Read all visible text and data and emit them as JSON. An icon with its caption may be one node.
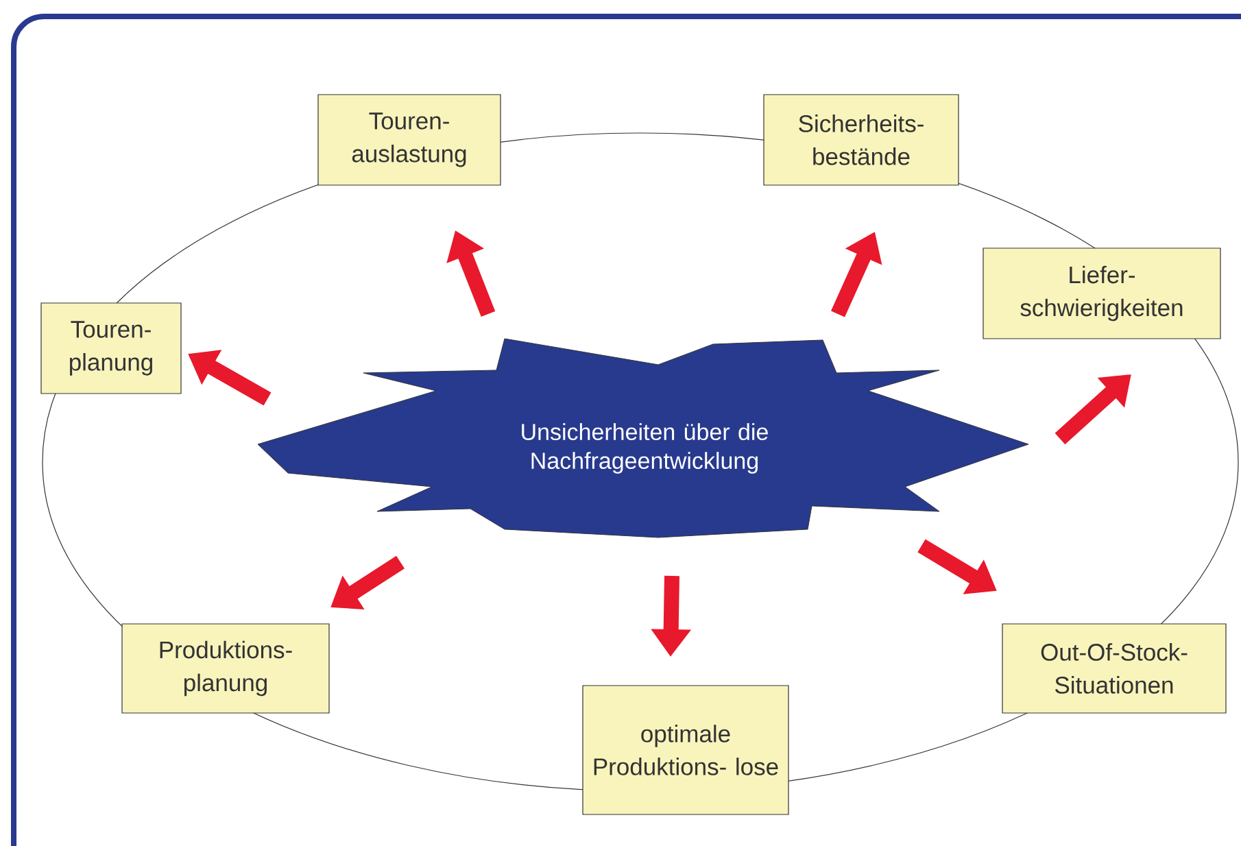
{
  "diagram": {
    "nodes": [
      {
        "text": [
          "Unsicherheiten über die Nachfrageentwicklung"
        ]
      },
      {
        "text": [
          "Touren- auslastung"
        ]
      },
      {
        "text": [
          "Sicherheits- bestände"
        ]
      },
      {
        "text": [
          "Liefer- schwierigkeiten"
        ]
      },
      {
        "text": [
          "Touren- planung"
        ]
      },
      {
        "text": [
          "Produktions- planung"
        ]
      },
      {
        "text": [
          "optimale Produktions- lose"
        ]
      },
      {
        "text": [
          "Out-Of-Stock- Situationen"
        ]
      }
    ],
    "edges": [
      {
        "from": 0,
        "to": 1,
        "arrow": "to"
      },
      {
        "from": 0,
        "to": 2,
        "arrow": "to"
      },
      {
        "from": 0,
        "to": 3,
        "arrow": "to"
      },
      {
        "from": 0,
        "to": 4,
        "arrow": "to"
      },
      {
        "from": 0,
        "to": 5,
        "arrow": "to"
      },
      {
        "from": 0,
        "to": 6,
        "arrow": "to"
      },
      {
        "from": 0,
        "to": 7,
        "arrow": "to"
      }
    ]
  }
}
